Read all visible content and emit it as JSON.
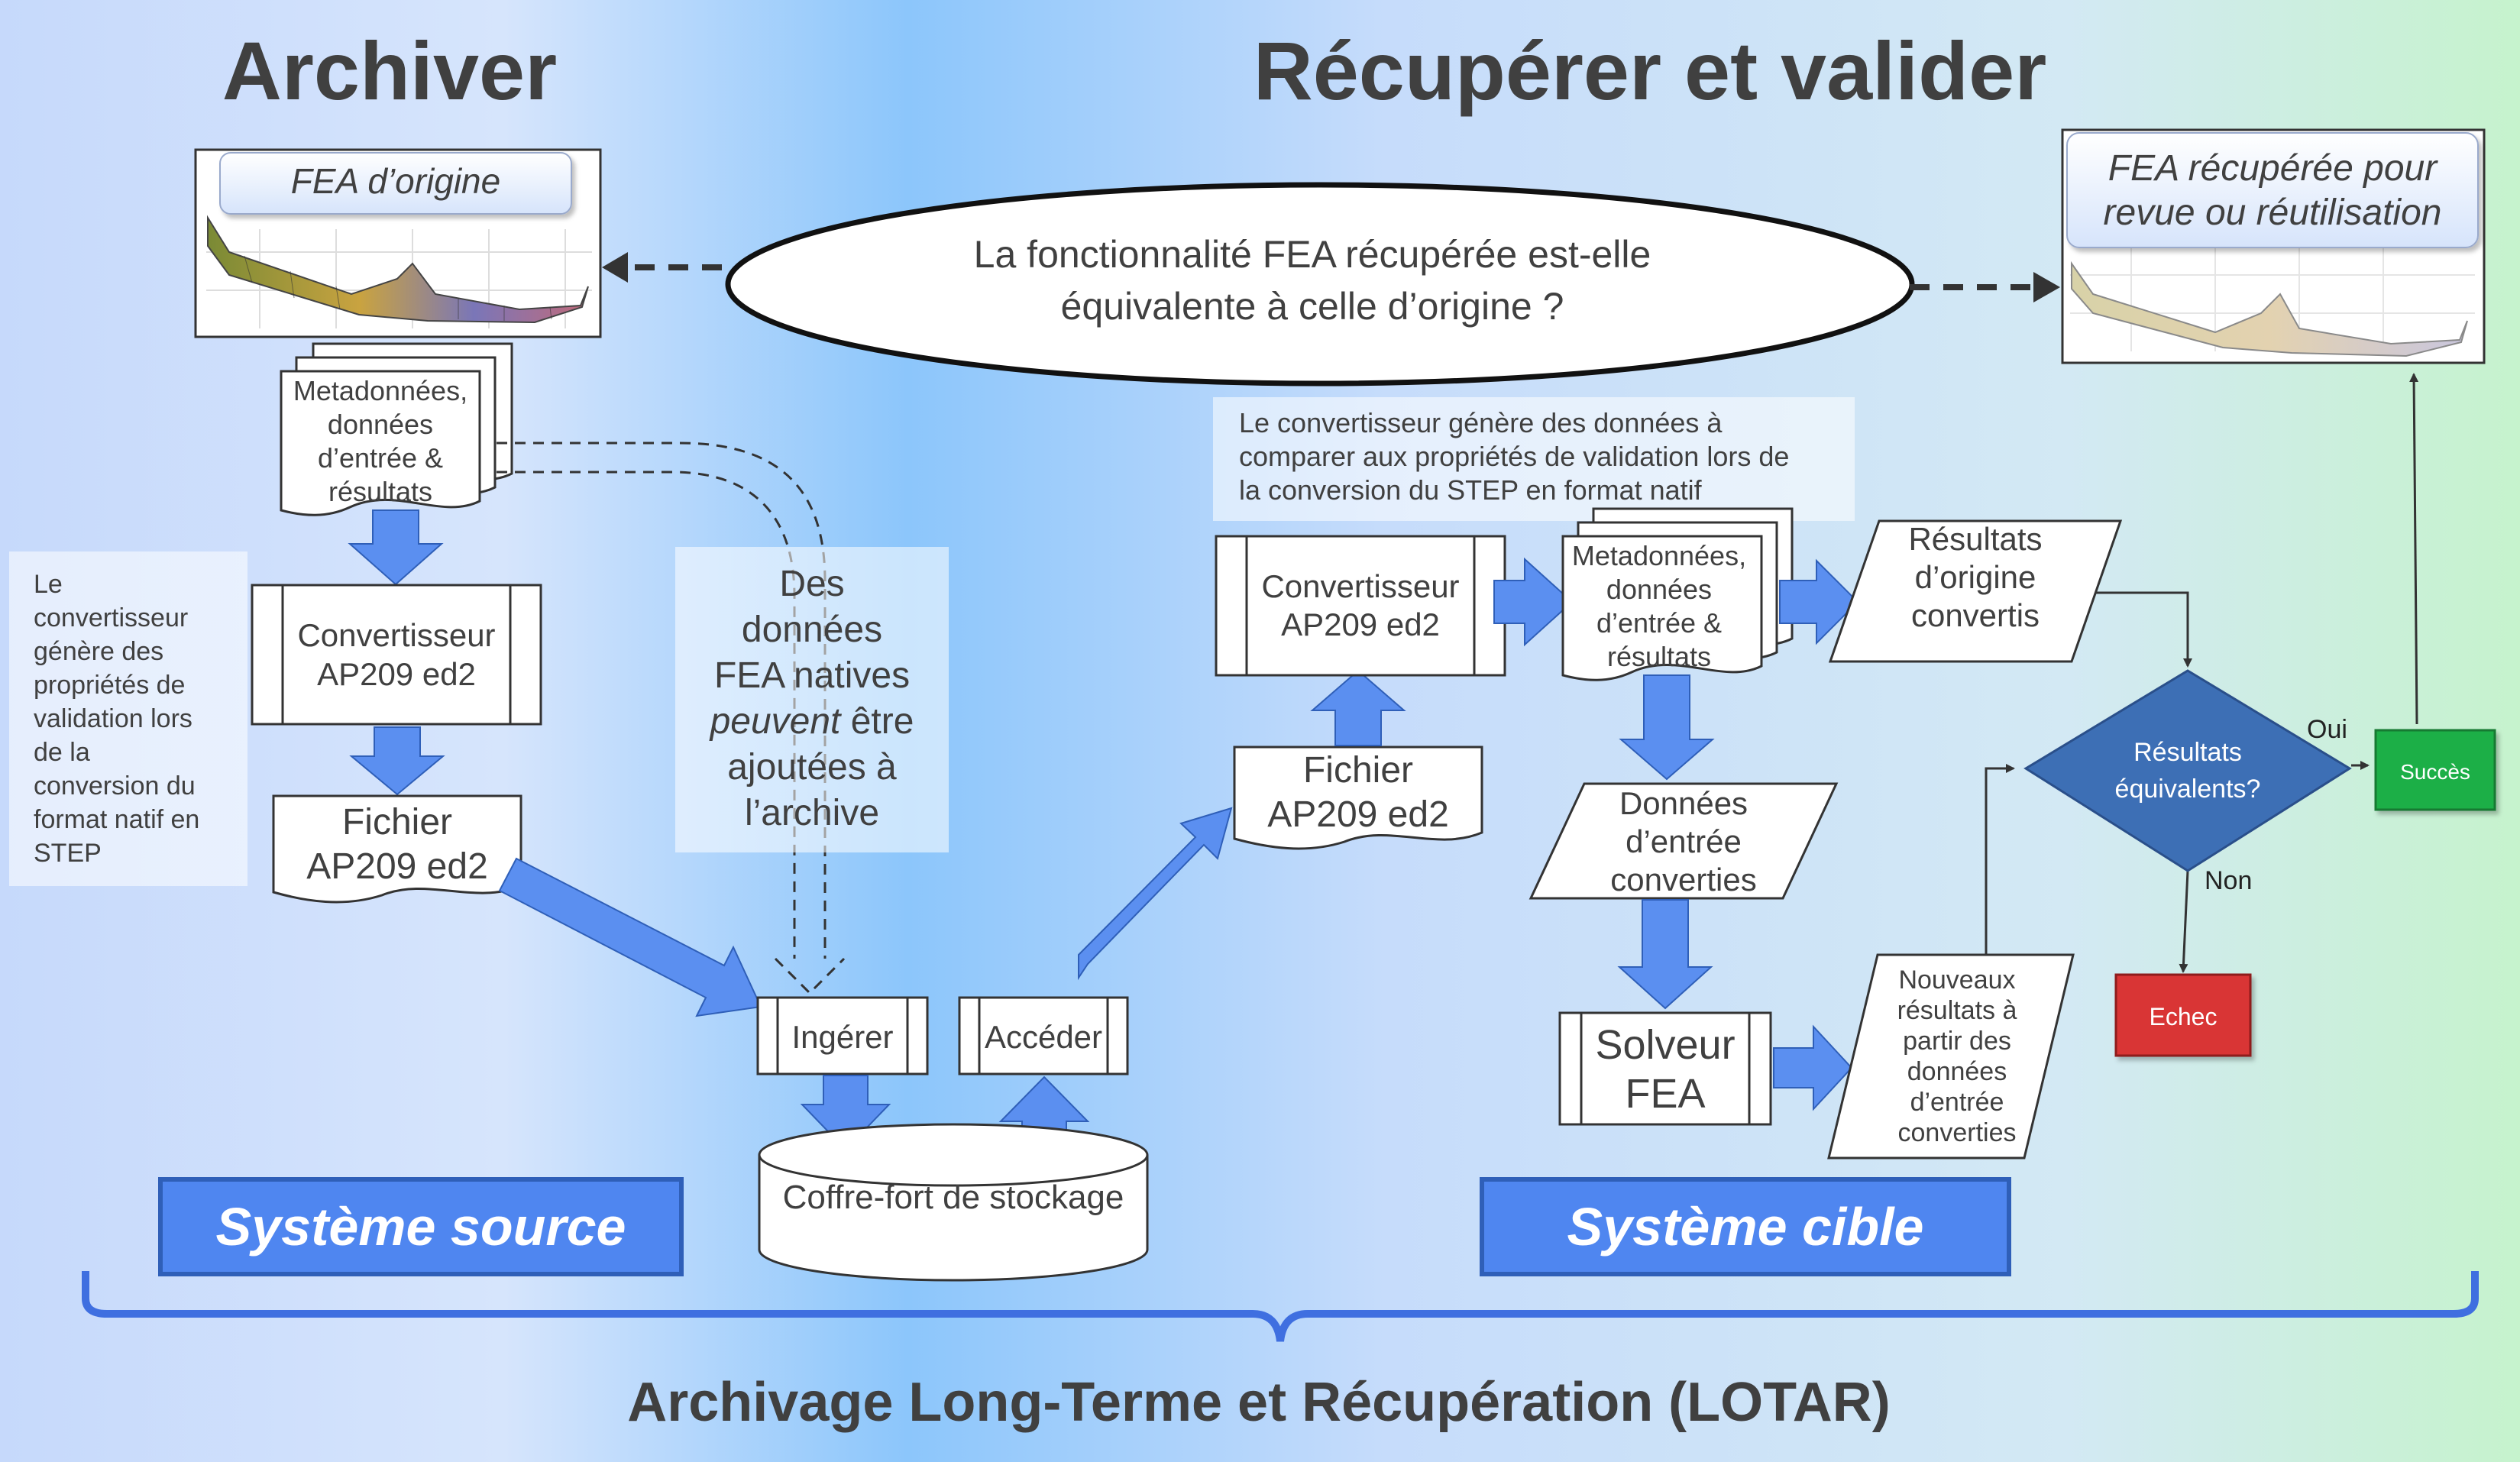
{
  "titles": {
    "left": "Archiver",
    "right": "Récupérer et valider",
    "bottom": "Archivage Long-Terme et Récupération (LOTAR)"
  },
  "question": {
    "line1": "La fonctionnalité FEA récupérée est-elle",
    "line2": "équivalente à celle d’origine ?"
  },
  "fea_origin": {
    "label": "FEA d’origine"
  },
  "fea_recovered": {
    "line1": "FEA récupérée pour",
    "line2": "revue ou réutilisation"
  },
  "meta_left": {
    "line1": "Metadonnées,",
    "line2": "données",
    "line3": "d’entrée &",
    "line4": "résultats"
  },
  "meta_right": {
    "line1": "Metadonnées,",
    "line2": "données",
    "line3": "d’entrée &",
    "line4": "résultats"
  },
  "note_left": {
    "line1": "Le",
    "line2": "convertisseur",
    "line3": "génère des",
    "line4": "propriétés de",
    "line5": "validation lors",
    "line6": "de la",
    "line7": "conversion du",
    "line8": "format natif en",
    "line9": "STEP"
  },
  "note_right": {
    "line1": "Le convertisseur génère des données à",
    "line2": "comparer aux propriétés de validation lors de",
    "line3": "la conversion du STEP en format natif"
  },
  "note_native": {
    "line1": "Des",
    "line2": "données",
    "line3": "FEA natives",
    "line4a": "peuvent",
    "line4b": " être",
    "line5": "ajoutées à",
    "line6": "l’archive"
  },
  "converter_left": {
    "line1": "Convertisseur",
    "line2": "AP209 ed2"
  },
  "converter_right": {
    "line1": "Convertisseur",
    "line2": "AP209 ed2"
  },
  "file_left": {
    "line1": "Fichier",
    "line2": "AP209 ed2"
  },
  "file_right": {
    "line1": "Fichier",
    "line2": "AP209 ed2"
  },
  "ingest": {
    "label": "Ingérer"
  },
  "access": {
    "label": "Accéder"
  },
  "vault": {
    "label": "Coffre-fort de stockage"
  },
  "results_origin": {
    "line1": "Résultats",
    "line2": "d’origine",
    "line3": "convertis"
  },
  "inputs_converted": {
    "line1": "Données",
    "line2": "d’entrée",
    "line3": "converties"
  },
  "solver": {
    "line1": "Solveur",
    "line2": "FEA"
  },
  "new_results": {
    "line1": "Nouveaux",
    "line2": "résultats à",
    "line3": "partir des",
    "line4": "données",
    "line5": "d’entrée",
    "line6": "converties"
  },
  "decision": {
    "line1": "Résultats",
    "line2": "équivalents?",
    "yes": "Oui",
    "no": "Non"
  },
  "success": {
    "label": "Succès"
  },
  "failure": {
    "label": "Echec"
  },
  "panels": {
    "source": "Système source",
    "target": "Système cible"
  },
  "colors": {
    "arrow_fill": "#5b8ff0",
    "panel_fill": "#4f86f0",
    "decision_fill": "#3d6fb5",
    "success_fill": "#1faf47",
    "failure_fill": "#d93434",
    "question_text": "#7030a0"
  },
  "icons": {
    "model_origin": "fea-wing-mesh-icon",
    "model_recovered": "fea-wing-mesh-icon"
  }
}
